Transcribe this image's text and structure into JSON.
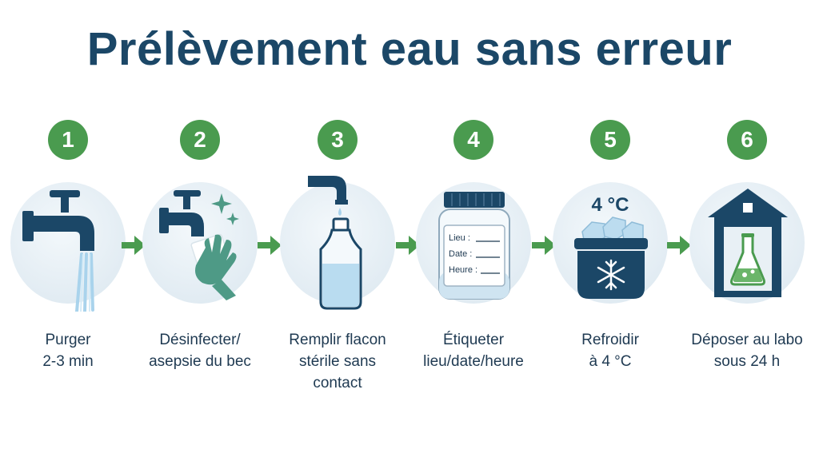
{
  "title": "Prélèvement eau sans erreur",
  "colors": {
    "navy": "#1b4767",
    "green": "#4a9b4f",
    "circle": "#e2ecf3",
    "water": "#a9d3ec"
  },
  "steps": [
    {
      "number": "1",
      "lines": [
        "Purger",
        "2-3 min"
      ],
      "icon": "faucet-icon"
    },
    {
      "number": "2",
      "lines": [
        "Désinfecter/",
        "asepsie du bec"
      ],
      "icon": "disinfect-icon"
    },
    {
      "number": "3",
      "lines": [
        "Remplir flacon",
        "stérile sans",
        "contact"
      ],
      "icon": "sterile-bottle-icon"
    },
    {
      "number": "4",
      "lines": [
        "Étiqueter",
        "lieu/date/heure"
      ],
      "icon": "labeled-jar-icon",
      "jar_label": {
        "l1": "Lieu :",
        "l2": "Date :",
        "l3": "Heure :"
      }
    },
    {
      "number": "5",
      "lines": [
        "Refroidir",
        "à 4 °C"
      ],
      "icon": "cooler-icon",
      "temperature": "4 °C"
    },
    {
      "number": "6",
      "lines": [
        "Déposer au labo",
        "sous 24 h"
      ],
      "icon": "lab-building-icon"
    }
  ]
}
